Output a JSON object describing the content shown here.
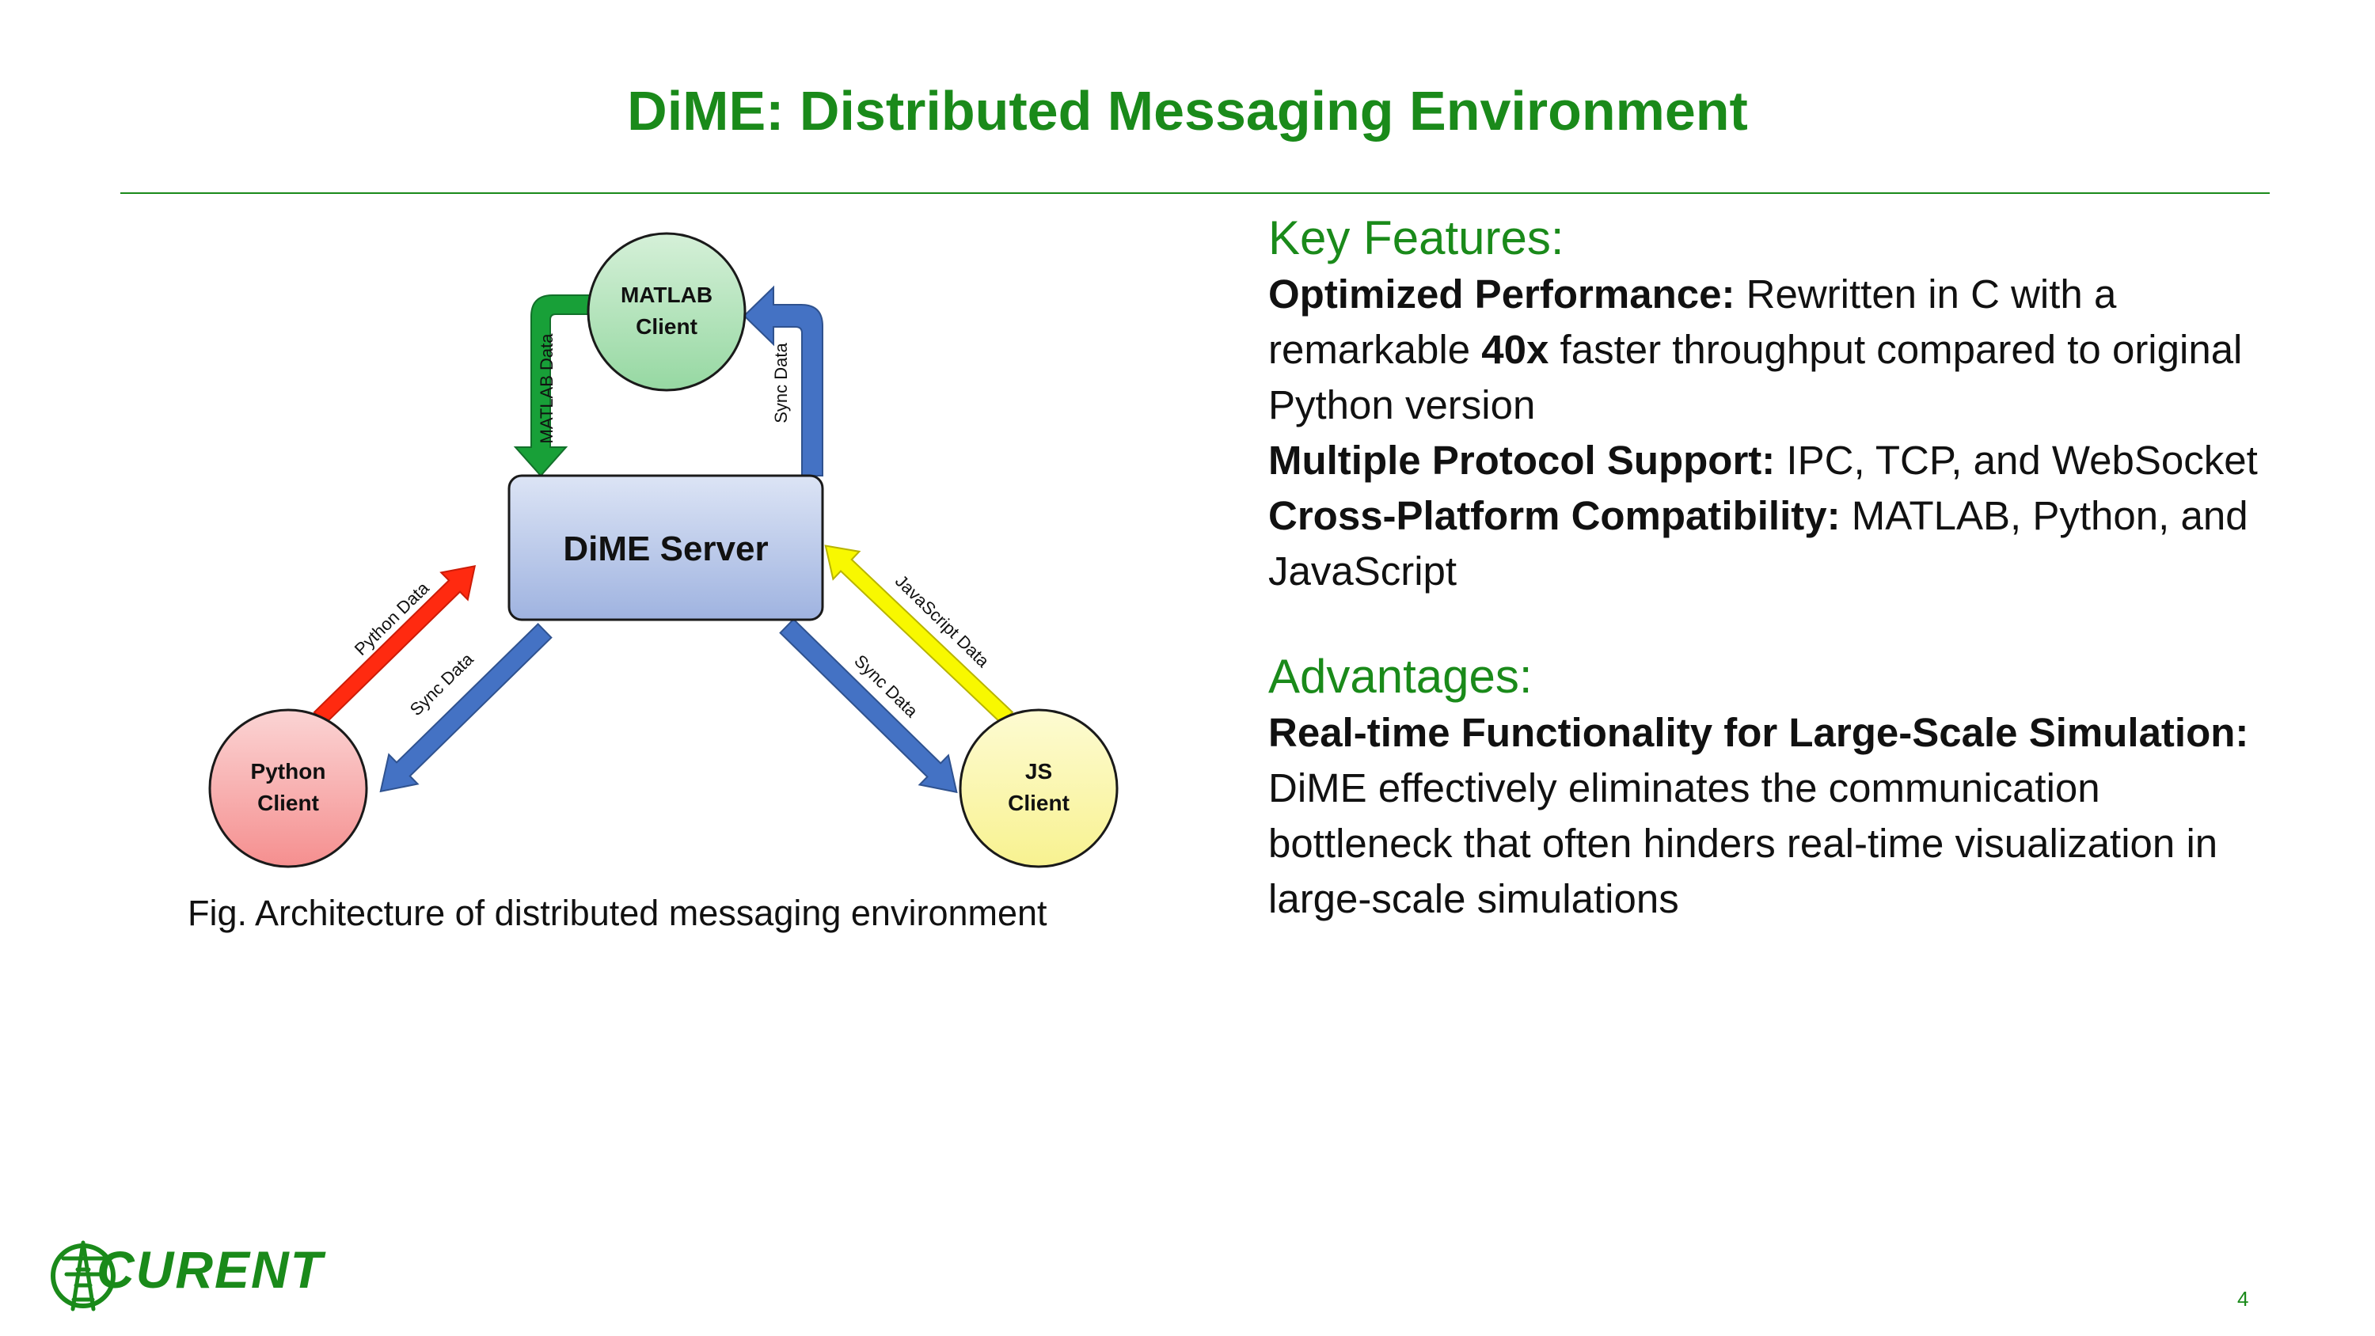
{
  "slide": {
    "title": "DiME: Distributed Messaging Environment",
    "page_number": "4"
  },
  "diagram": {
    "server": {
      "label": "DiME Server"
    },
    "nodes": {
      "matlab": {
        "line1": "MATLAB",
        "line2": "Client",
        "color": "#a9e0b0"
      },
      "python": {
        "line1": "Python",
        "line2": "Client",
        "color": "#f7a8a8"
      },
      "js": {
        "line1": "JS",
        "line2": "Client",
        "color": "#fbf7a6"
      }
    },
    "arrows": {
      "matlab_data": "MATLAB Data",
      "matlab_sync": "Sync Data",
      "python_data": "Python Data",
      "python_sync": "Sync Data",
      "js_data": "JavaScript Data",
      "js_sync": "Sync Data"
    },
    "colors": {
      "green": "#18a038",
      "blue": "#4472c4",
      "red": "#ff2a10",
      "yellow": "#f8f800"
    },
    "caption": "Fig. Architecture of distributed messaging environment"
  },
  "features": {
    "heading": "Key Features:",
    "items": [
      {
        "bold": "Optimized Performance:",
        "pre": " Rewritten in C with a remarkable ",
        "bold2": "40x",
        "post": " faster throughput compared to original Python version"
      },
      {
        "bold": "Multiple Protocol Support:",
        "text": " IPC, TCP, and WebSocket"
      },
      {
        "bold": "Cross-Platform Compatibility:",
        "text": " MATLAB, Python, and JavaScript"
      }
    ]
  },
  "advantages": {
    "heading": "Advantages:",
    "items": [
      {
        "bold": "Real-time Functionality for Large-Scale Simulation:",
        "text": " DiME effectively eliminates the communication bottleneck that often hinders real-time visualization in large-scale simulations"
      }
    ]
  },
  "logo": {
    "text": "CURENT",
    "icon": "curent-tower-logo-icon"
  }
}
